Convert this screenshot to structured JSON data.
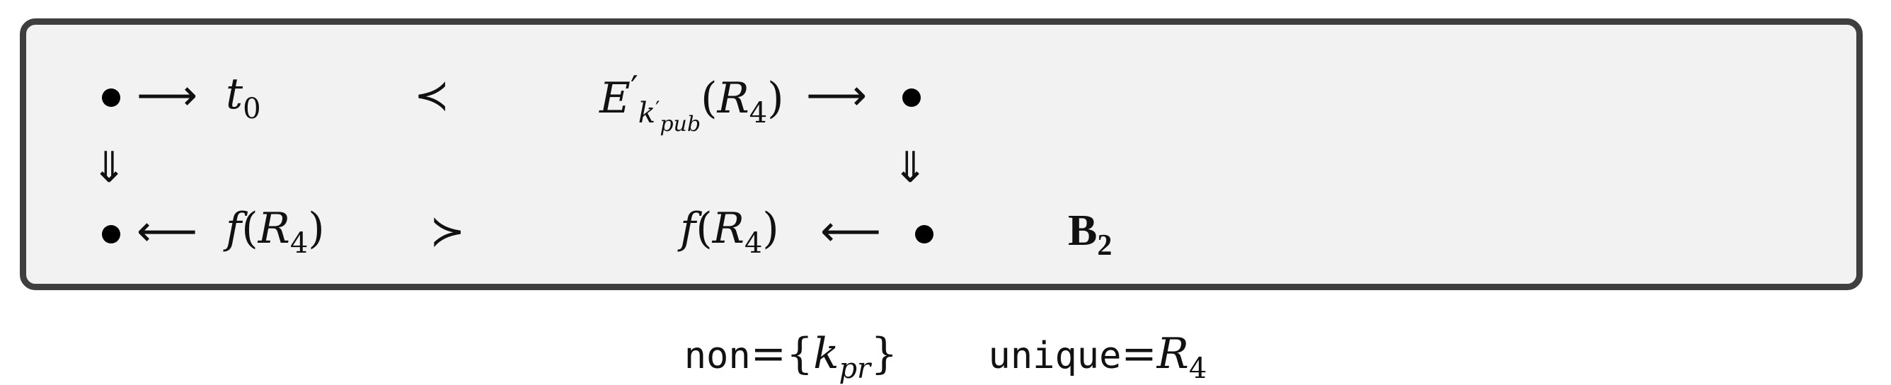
{
  "diagram": {
    "row1": {
      "arrow_right": "⟶",
      "t0_base": "t",
      "t0_sub": "0",
      "prec": "≺",
      "enc_base": "E",
      "enc_prime": "′",
      "enc_sub_k": "k",
      "enc_sub_prime": "′",
      "enc_sub_pub": "pub",
      "enc_open": "(",
      "enc_R": "R",
      "enc_R_sub": "4",
      "enc_close": ")",
      "arrow_right_2": "⟶"
    },
    "down_arrow_left": "⇓",
    "down_arrow_right": "⇓",
    "row2": {
      "arrow_left": "⟵",
      "f_left": "f",
      "f_left_open": "(",
      "f_left_R": "R",
      "f_left_R_sub": "4",
      "f_left_close": ")",
      "succ": "≻",
      "f_right": "f",
      "f_right_open": "(",
      "f_right_R": "R",
      "f_right_R_sub": "4",
      "f_right_close": ")",
      "arrow_left_2": "⟵"
    },
    "label": {
      "base": "B",
      "sub": "2"
    }
  },
  "caption": {
    "non_keyword": "non",
    "eq1": " = ",
    "non_open": "{",
    "non_k": "k",
    "non_k_sub": "pr",
    "non_close": "}",
    "unique_keyword": "unique",
    "eq2": " = ",
    "unique_R": "R",
    "unique_R_sub": "4"
  }
}
